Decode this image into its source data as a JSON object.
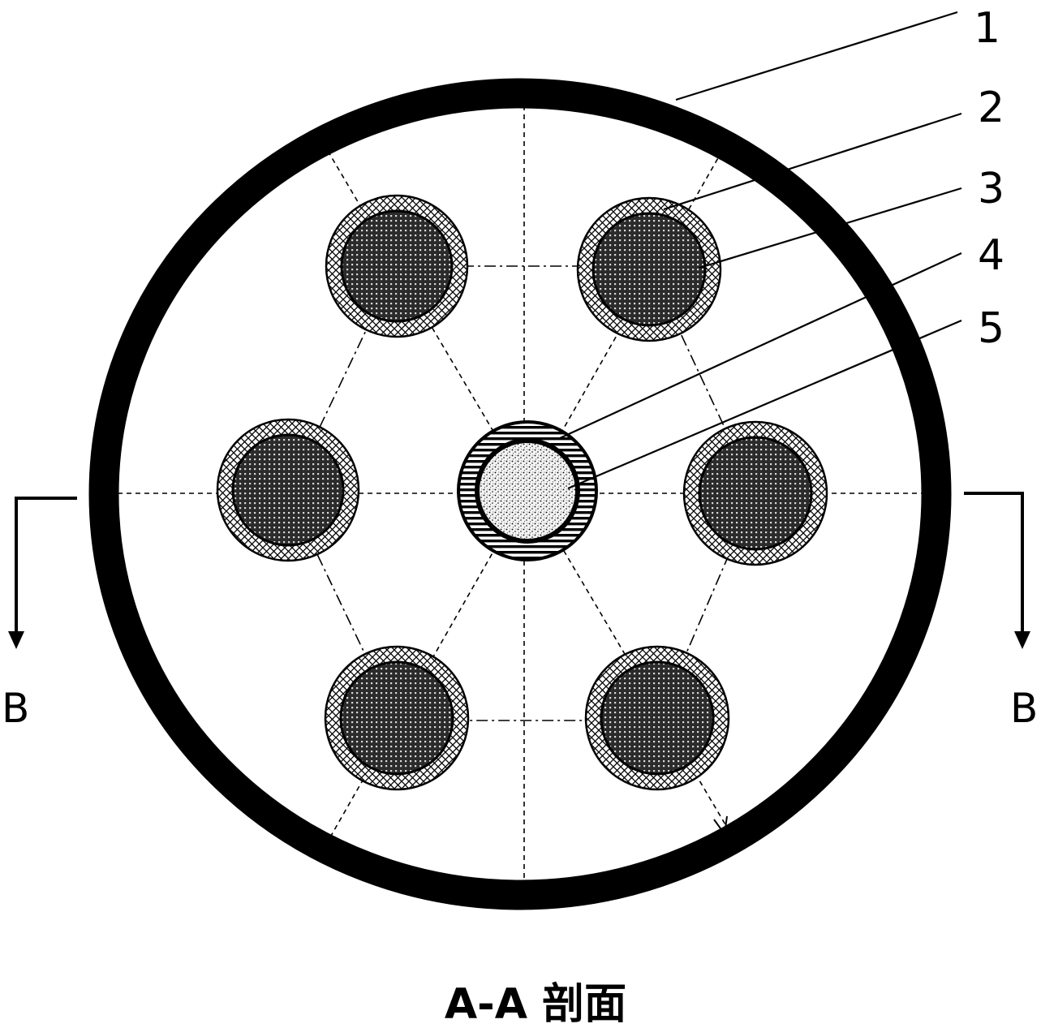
{
  "callouts": [
    "1",
    "2",
    "3",
    "4",
    "5"
  ],
  "section_marks": {
    "left": "B",
    "right": "B"
  },
  "caption": "A-A 剖面"
}
